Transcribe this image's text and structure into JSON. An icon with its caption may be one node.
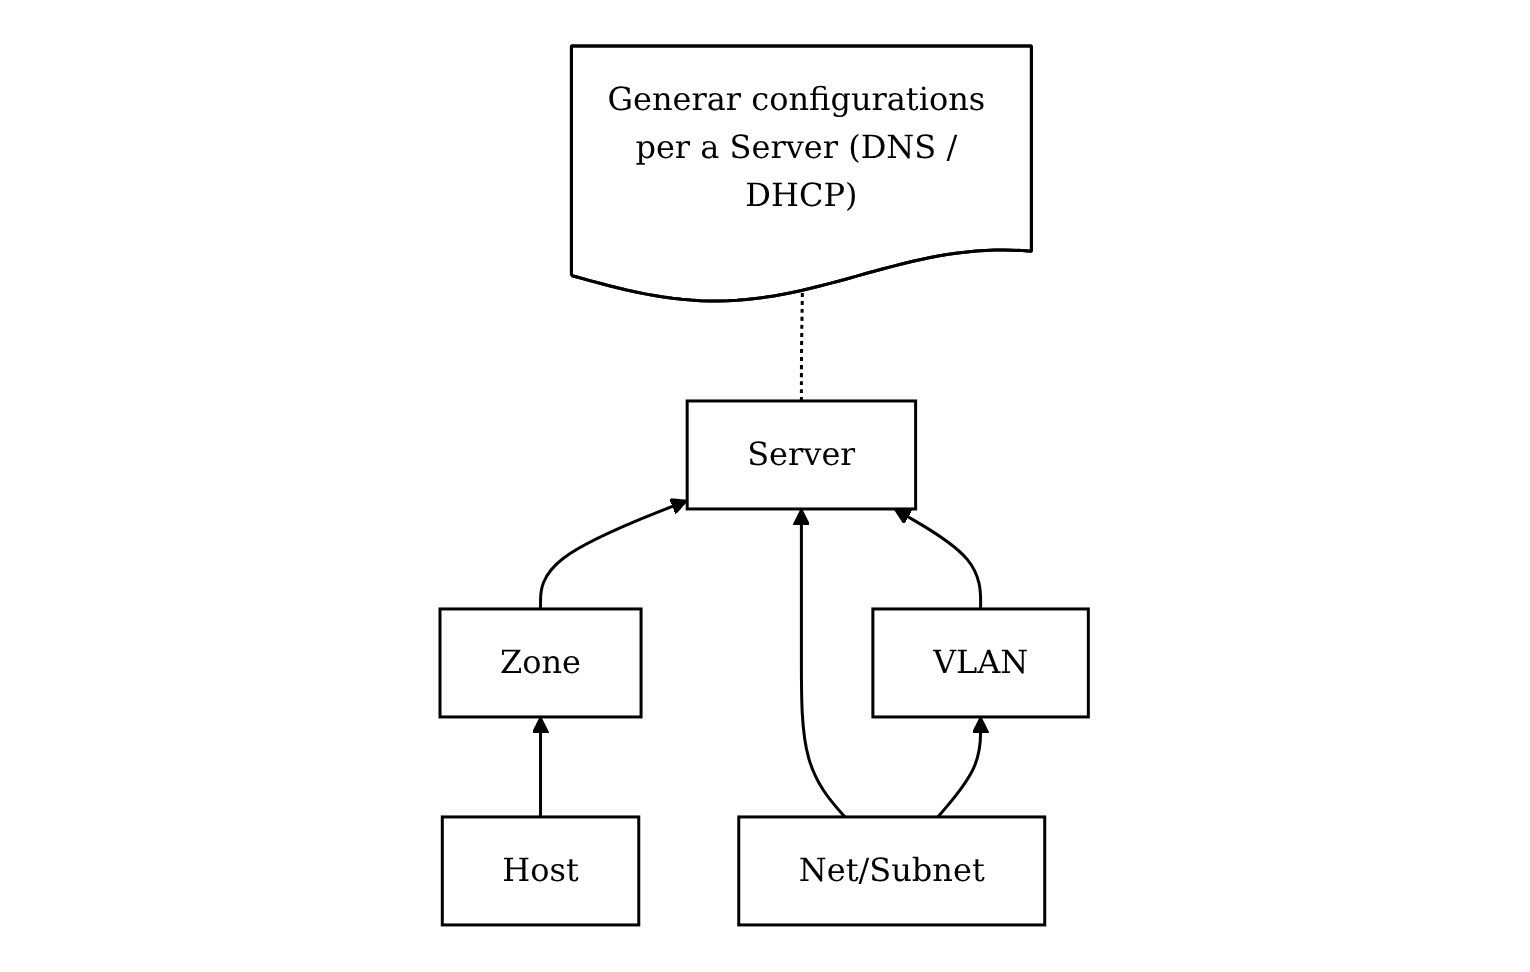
{
  "diagram": {
    "nodes": [
      {
        "text": [
          "Server"
        ]
      },
      {
        "text": [
          "Generar configurations per a Server (DNS / DHCP)"
        ]
      },
      {
        "text": [
          "Zone"
        ]
      },
      {
        "text": [
          "Net/Subnet"
        ]
      },
      {
        "text": [
          "VLAN"
        ]
      },
      {
        "text": [
          "Host"
        ]
      }
    ],
    "edges": [
      {
        "from": 0,
        "to": 1,
        "arrow": "none",
        "style": "dashed"
      },
      {
        "from": 2,
        "to": 0,
        "arrow": "to"
      },
      {
        "from": 3,
        "to": 0,
        "arrow": "to"
      },
      {
        "from": 4,
        "to": 0,
        "arrow": "to"
      },
      {
        "from": 3,
        "to": 4,
        "arrow": "to"
      },
      {
        "from": 5,
        "to": 2,
        "arrow": "to"
      }
    ]
  }
}
